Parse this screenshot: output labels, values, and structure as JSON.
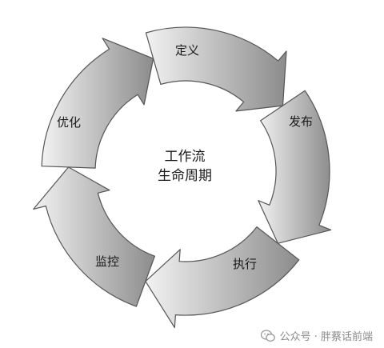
{
  "diagram": {
    "center": {
      "line1": "工作流",
      "line2": "生命周期"
    },
    "stages": [
      {
        "key": "define",
        "label": "定义"
      },
      {
        "key": "publish",
        "label": "发布"
      },
      {
        "key": "execute",
        "label": "执行"
      },
      {
        "key": "monitor",
        "label": "监控"
      },
      {
        "key": "optimize",
        "label": "优化"
      }
    ]
  },
  "watermark": {
    "text": "公众号 · 胖蔡话前端",
    "icon": "wechat-icon"
  },
  "colors": {
    "arrow_light": "#f2f2f2",
    "arrow_dark": "#8c8c8c",
    "outline": "#555555",
    "text": "#1a1a1a",
    "watermark": "#8a8a8a"
  }
}
